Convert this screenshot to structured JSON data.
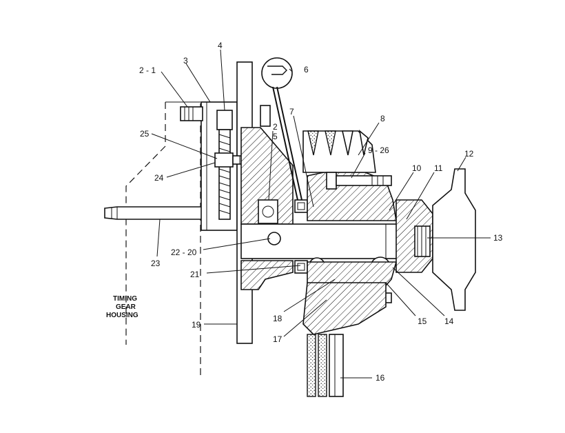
{
  "housing_label": [
    "TIMING",
    "GEAR",
    "HOUSING"
  ],
  "callouts": [
    {
      "id": "c-2-1",
      "text": "2 - 1"
    },
    {
      "id": "c-3",
      "text": "3"
    },
    {
      "id": "c-4",
      "text": "4"
    },
    {
      "id": "c-6",
      "text": "6"
    },
    {
      "id": "c-7",
      "text": "7"
    },
    {
      "id": "c-8",
      "text": "8"
    },
    {
      "id": "c-2b",
      "text": "2"
    },
    {
      "id": "c-5",
      "text": "5"
    },
    {
      "id": "c-25",
      "text": "25"
    },
    {
      "id": "c-24",
      "text": "24"
    },
    {
      "id": "c-9-26",
      "text": "9 - 26"
    },
    {
      "id": "c-10",
      "text": "10"
    },
    {
      "id": "c-11",
      "text": "11"
    },
    {
      "id": "c-12",
      "text": "12"
    },
    {
      "id": "c-13",
      "text": "13"
    },
    {
      "id": "c-22-20",
      "text": "22 - 20"
    },
    {
      "id": "c-23",
      "text": "23"
    },
    {
      "id": "c-21",
      "text": "21"
    },
    {
      "id": "c-18",
      "text": "18"
    },
    {
      "id": "c-17",
      "text": "17"
    },
    {
      "id": "c-15",
      "text": "15"
    },
    {
      "id": "c-14",
      "text": "14"
    },
    {
      "id": "c-19",
      "text": "19"
    },
    {
      "id": "c-16",
      "text": "16"
    }
  ]
}
